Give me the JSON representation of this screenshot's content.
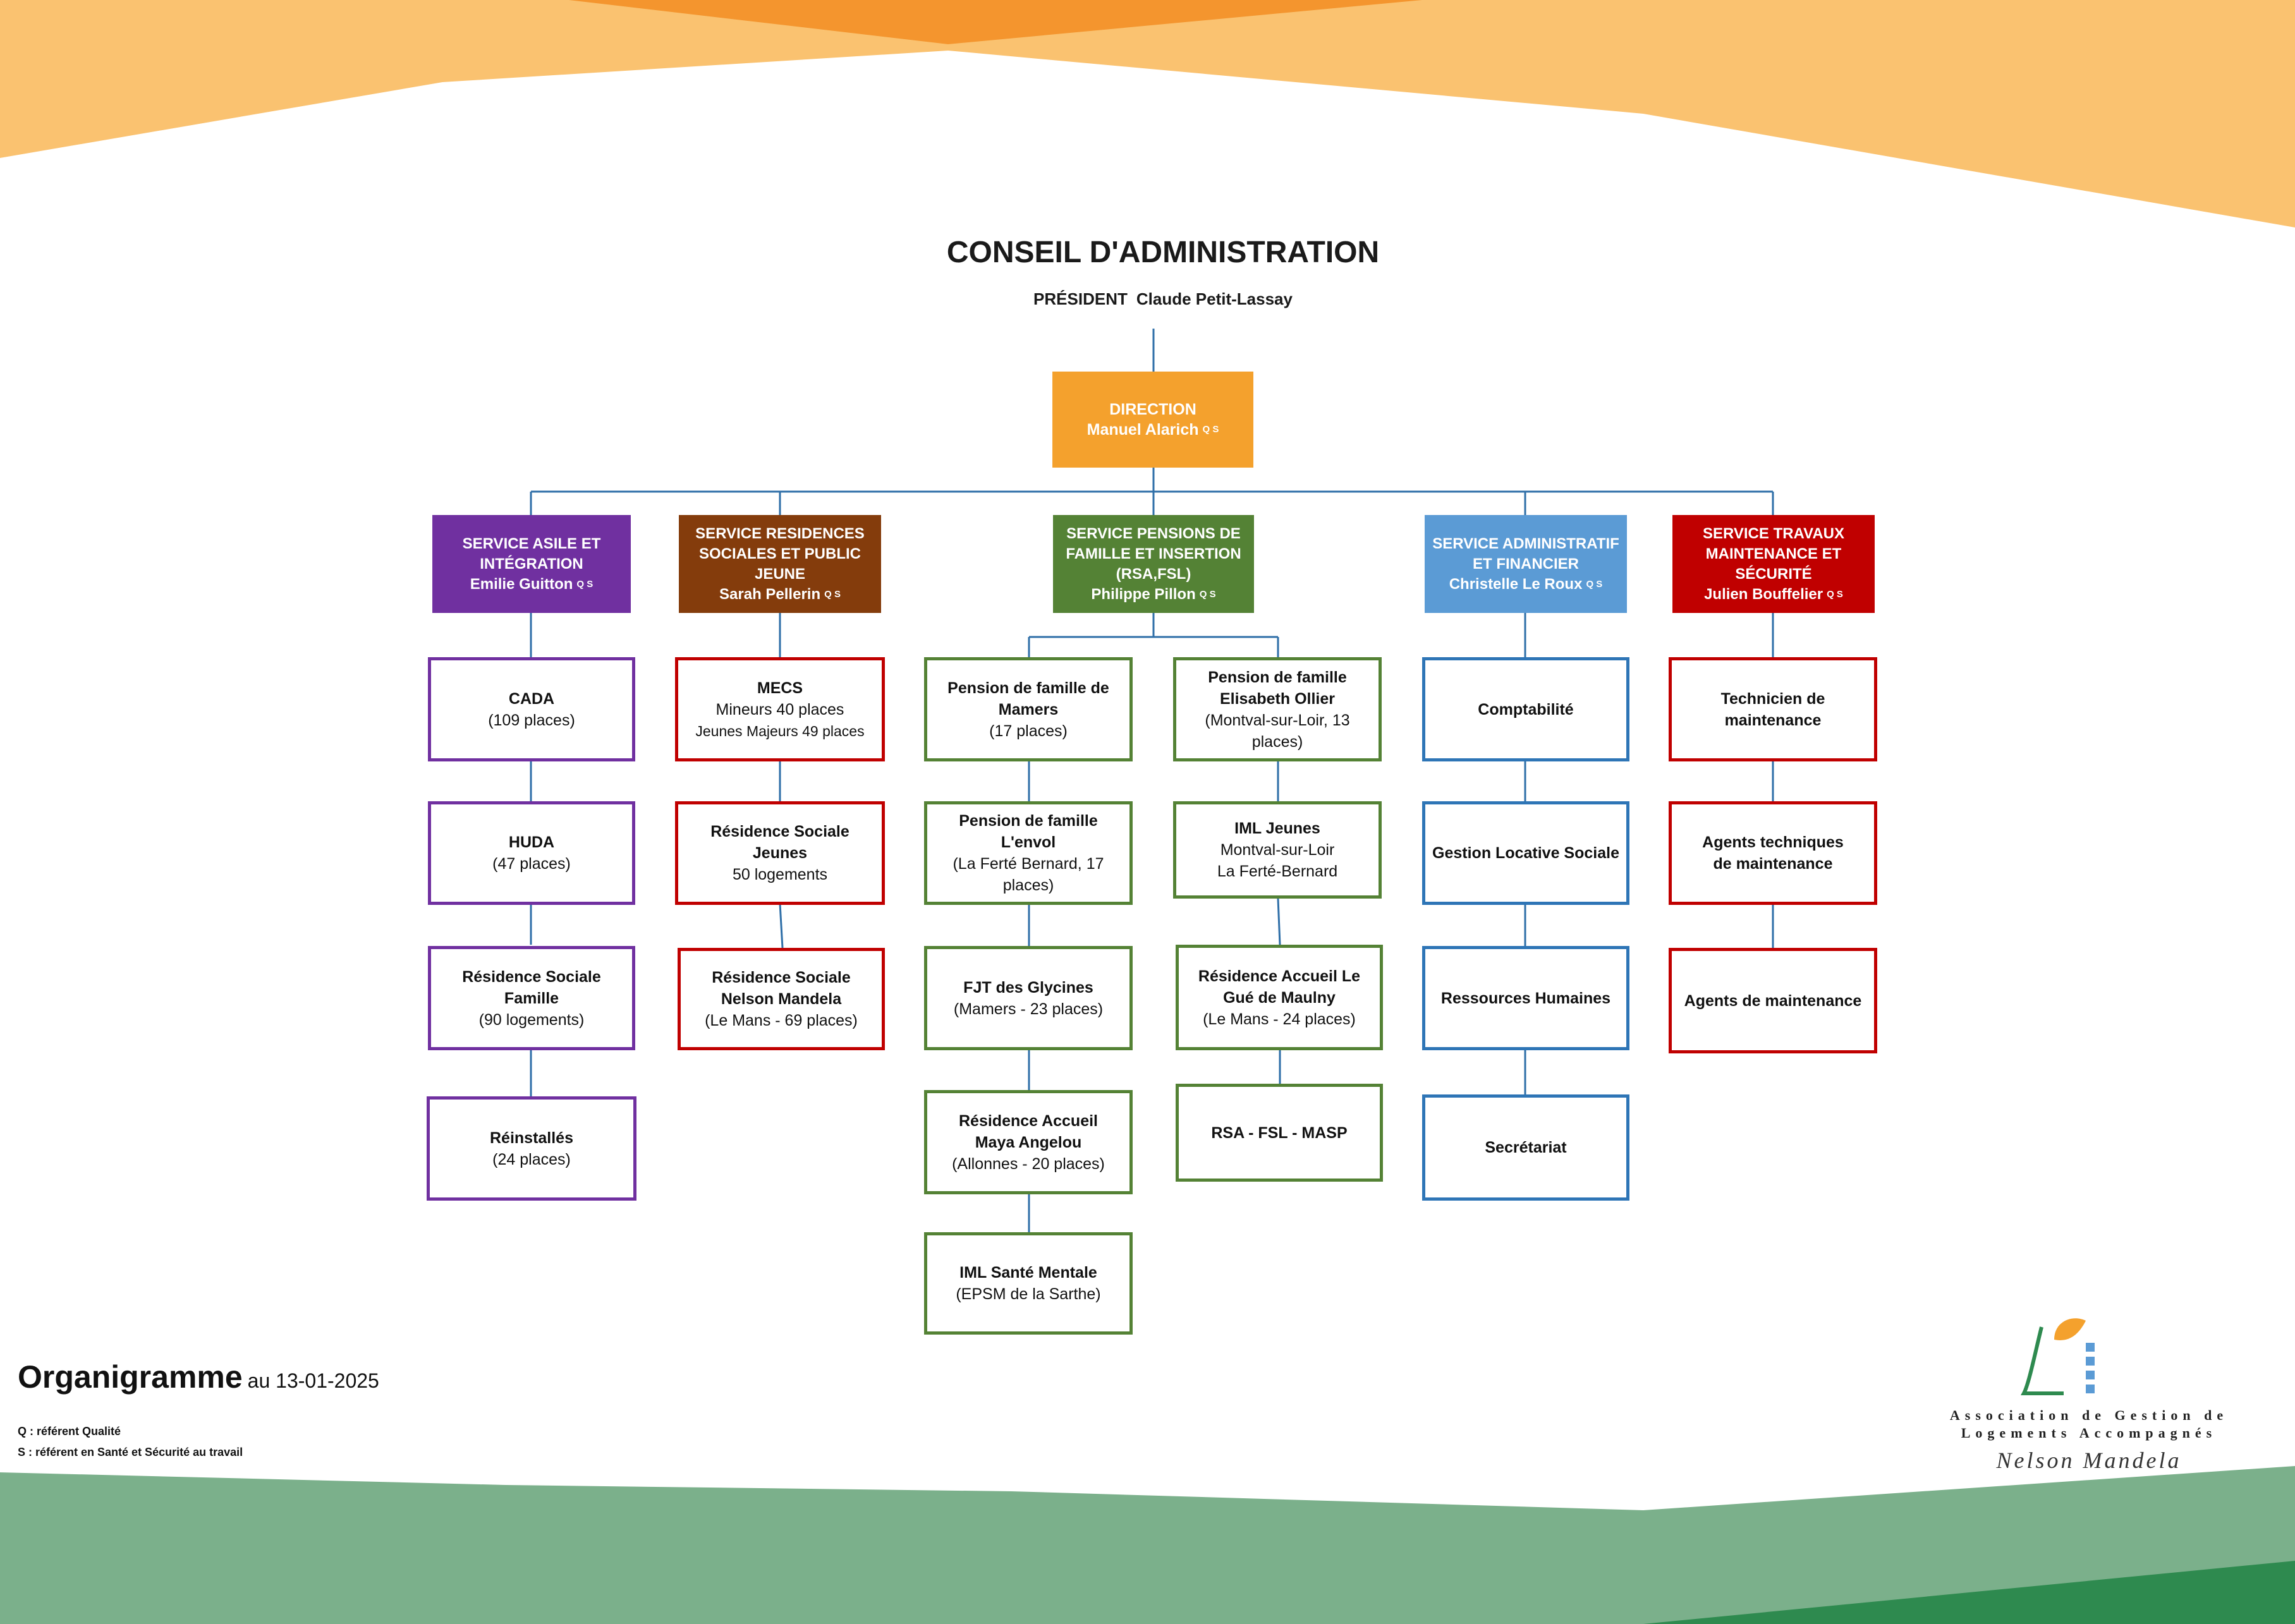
{
  "colors": {
    "orange": "#f4a12d",
    "green": "#548235",
    "purple": "#7030a0",
    "brown": "#843c0c",
    "blue": "#5b9bd5",
    "red": "#c00000",
    "connector": "#2f6fa8"
  },
  "header": {
    "title": "CONSEIL D'ADMINISTRATION",
    "president_label": "PRÉSIDENT",
    "president_name": "Claude Petit-Lassay"
  },
  "direction": {
    "label": "DIRECTION",
    "name": "Manuel Alarich",
    "sup": "Q S"
  },
  "services": [
    {
      "label": "SERVICE ASILE ET INTÉGRATION",
      "name": "Emilie Guitton",
      "sup": "Q S",
      "color": "#7030a0"
    },
    {
      "label": "SERVICE RESIDENCES SOCIALES ET PUBLIC JEUNE",
      "name": "Sarah Pellerin",
      "sup": "Q S",
      "color": "#843c0c"
    },
    {
      "label": "SERVICE PENSIONS DE FAMILLE ET INSERTION (RSA,FSL)",
      "name": "Philippe Pillon",
      "sup": "Q S",
      "color": "#548235"
    },
    {
      "label": "SERVICE ADMINISTRATIF ET FINANCIER",
      "name": "Christelle Le Roux",
      "sup": "Q S",
      "color": "#5b9bd5"
    },
    {
      "label": "SERVICE TRAVAUX MAINTENANCE ET SÉCURITÉ",
      "name": "Julien Bouffelier",
      "sup": "Q S",
      "color": "#c00000"
    }
  ],
  "units": {
    "asile": [
      {
        "l1": "CADA",
        "l2": "(109 places)"
      },
      {
        "l1": "HUDA",
        "l2": "(47 places)"
      },
      {
        "l1": "Résidence Sociale Famille",
        "l2": "(90 logements)"
      },
      {
        "l1": "Réinstallés",
        "l2": "(24 places)"
      }
    ],
    "residences": [
      {
        "l1": "MECS",
        "l2": "Mineurs 40 places",
        "l3": "Jeunes Majeurs 49 places"
      },
      {
        "l1": "Résidence Sociale Jeunes",
        "l2": "50 logements"
      },
      {
        "l1": "Résidence Sociale Nelson Mandela",
        "l2": "(Le Mans - 69 places)"
      }
    ],
    "pensions_a": [
      {
        "l1": "Pension de famille de Mamers",
        "l2": "(17 places)"
      },
      {
        "l1": "Pension de famille L'envol",
        "l2": "(La Ferté Bernard, 17 places)"
      },
      {
        "l1": "FJT des Glycines",
        "l2": "(Mamers - 23 places)"
      },
      {
        "l1": "Résidence Accueil Maya Angelou",
        "l2": "(Allonnes - 20 places)"
      },
      {
        "l1": "IML Santé Mentale",
        "l2": "(EPSM de la Sarthe)"
      }
    ],
    "pensions_b": [
      {
        "l1": "Pension de famille Elisabeth Ollier",
        "l2": "(Montval-sur-Loir, 13 places)"
      },
      {
        "l1": "IML Jeunes",
        "l2": "Montval-sur-Loir",
        "l3": "La Ferté-Bernard"
      },
      {
        "l1": "Résidence Accueil Le Gué de Maulny",
        "l2": "(Le Mans - 24 places)"
      },
      {
        "l1": "RSA - FSL - MASP"
      }
    ],
    "admin": [
      {
        "l1": "Comptabilité"
      },
      {
        "l1": "Gestion Locative Sociale"
      },
      {
        "l1": "Ressources Humaines"
      },
      {
        "l1": "Secrétariat"
      }
    ],
    "travaux": [
      {
        "l1": "Technicien de maintenance"
      },
      {
        "l1": "Agents techniques de maintenance"
      },
      {
        "l1": "Agents de maintenance"
      }
    ]
  },
  "footer": {
    "title": "Organigramme",
    "date": "au 13-01-2025",
    "legend_q": "Q : référent Qualité",
    "legend_s": "S : référent en Santé et Sécurité au travail"
  },
  "association": {
    "line1": "Association de Gestion de",
    "line2": "Logements Accompagnés",
    "name": "Nelson Mandela"
  }
}
